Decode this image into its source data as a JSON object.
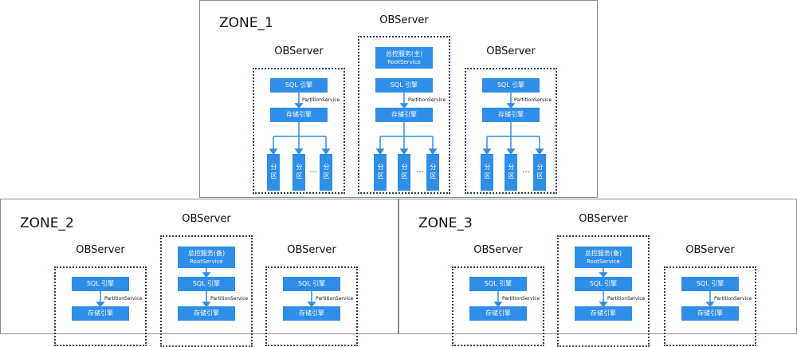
{
  "zones": [
    {
      "name": "ZONE_1",
      "leader": {
        "label": "OBServer",
        "root_title": "总控服务(主)",
        "root_sub": "RootService"
      },
      "followers": [
        {
          "label": "OBServer"
        },
        {
          "label": "OBServer"
        }
      ]
    },
    {
      "name": "ZONE_2",
      "leader": {
        "label": "OBServer",
        "root_title": "总控服务(备)",
        "root_sub": "RootService"
      },
      "followers": [
        {
          "label": "OBServer"
        },
        {
          "label": "OBServer"
        }
      ]
    },
    {
      "name": "ZONE_3",
      "leader": {
        "label": "OBServer",
        "root_title": "总控服务(备)",
        "root_sub": "RootService"
      },
      "followers": [
        {
          "label": "OBServer"
        },
        {
          "label": "OBServer"
        }
      ]
    }
  ],
  "engine": {
    "sql": "SQL 引擎",
    "storage": "存储引擎",
    "partition_service": "PartitionService",
    "partition": "分区",
    "ellipsis": "..."
  },
  "colors": {
    "box": "#2f8ee8",
    "line": "#2f8ee8",
    "server_border": "#2b3f5c",
    "zone_border": "#8c8c8c"
  }
}
